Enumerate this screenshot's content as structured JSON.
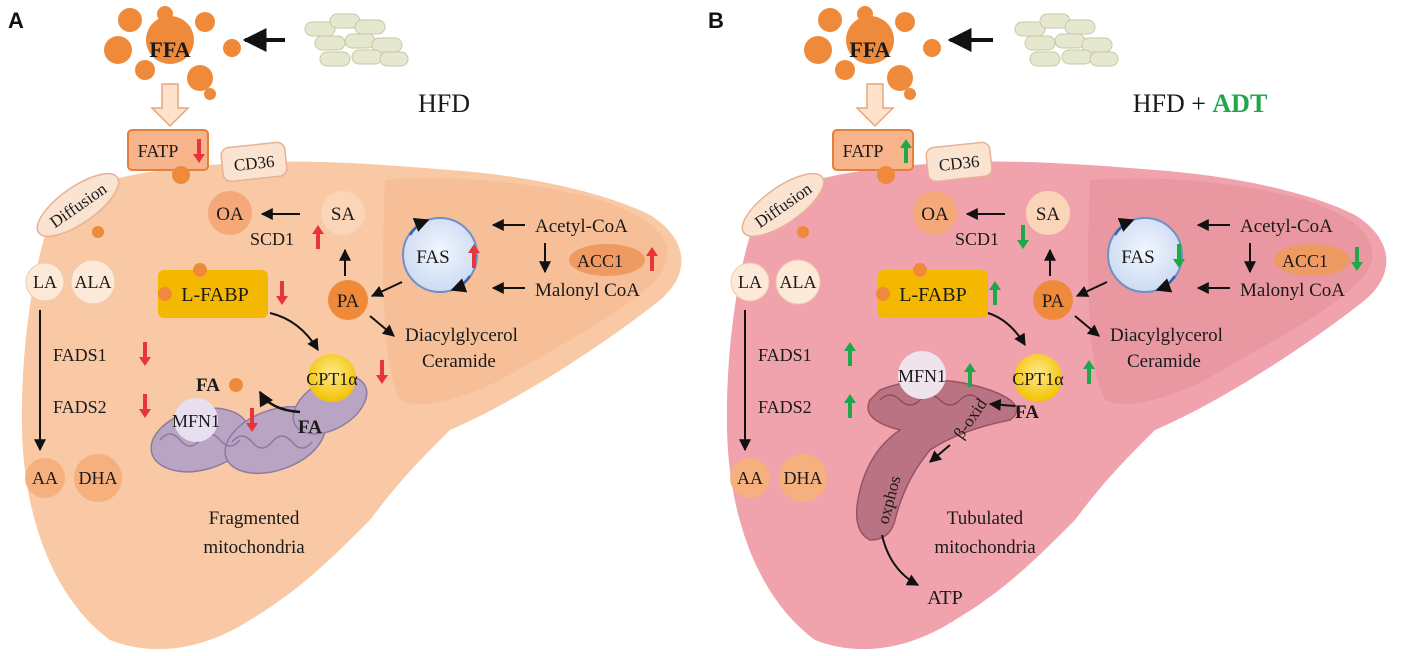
{
  "panels": [
    {
      "letter": "A",
      "title": "HFD",
      "title_extra": "",
      "liver_color": "#f8c9a4",
      "liver_shade": "#f5b98f",
      "arrow_color": "#e8353c",
      "ffa": "FFA",
      "fatp": "FATP",
      "cd36": "CD36",
      "diffusion": "Diffusion",
      "oa": "OA",
      "sa": "SA",
      "scd1": "SCD1",
      "fas": "FAS",
      "acetyl_coa": "Acetyl-CoA",
      "acc1": "ACC1",
      "malonyl_coa": "Malonyl CoA",
      "pa": "PA",
      "diacylglycerol": "Diacylglycerol",
      "ceramide": "Ceramide",
      "lfabp": "L-FABP",
      "la": "LA",
      "ala": "ALA",
      "fads1": "FADS1",
      "fads2": "FADS2",
      "aa": "AA",
      "dha": "DHA",
      "cpt1a": "CPT1α",
      "fa_upper": "FA",
      "fa_lower": "FA",
      "mfn1": "MFN1",
      "mito_caption_1": "Fragmented",
      "mito_caption_2": "mitochondria",
      "regulation": {
        "FATP": "down",
        "SCD1": "up",
        "FAS": "up",
        "ACC1": "up",
        "L-FABP": "down",
        "FADS1": "down",
        "FADS2": "down",
        "CPT1α": "down",
        "MFN1": "down"
      }
    },
    {
      "letter": "B",
      "title": "HFD + ",
      "title_extra": "ADT",
      "title_extra_color": "#1fa84a",
      "liver_color": "#f0a3ac",
      "liver_shade": "#e58f9a",
      "arrow_color": "#1fa84a",
      "ffa": "FFA",
      "fatp": "FATP",
      "cd36": "CD36",
      "diffusion": "Diffusion",
      "oa": "OA",
      "sa": "SA",
      "scd1": "SCD1",
      "fas": "FAS",
      "acetyl_coa": "Acetyl-CoA",
      "acc1": "ACC1",
      "malonyl_coa": "Malonyl CoA",
      "pa": "PA",
      "diacylglycerol": "Diacylglycerol",
      "ceramide": "Ceramide",
      "lfabp": "L-FABP",
      "la": "LA",
      "ala": "ALA",
      "fads1": "FADS1",
      "fads2": "FADS2",
      "aa": "AA",
      "dha": "DHA",
      "cpt1a": "CPT1α",
      "fa": "FA",
      "mfn1": "MFN1",
      "beta_oxid": "β-oxid",
      "oxphos": "oxphos",
      "atp": "ATP",
      "mito_caption_1": "Tubulated",
      "mito_caption_2": "mitochondria",
      "regulation": {
        "FATP": "up",
        "SCD1": "down",
        "FAS": "down",
        "ACC1": "down",
        "L-FABP": "up",
        "FADS1": "up",
        "FADS2": "up",
        "CPT1α": "up",
        "MFN1": "up"
      }
    }
  ]
}
